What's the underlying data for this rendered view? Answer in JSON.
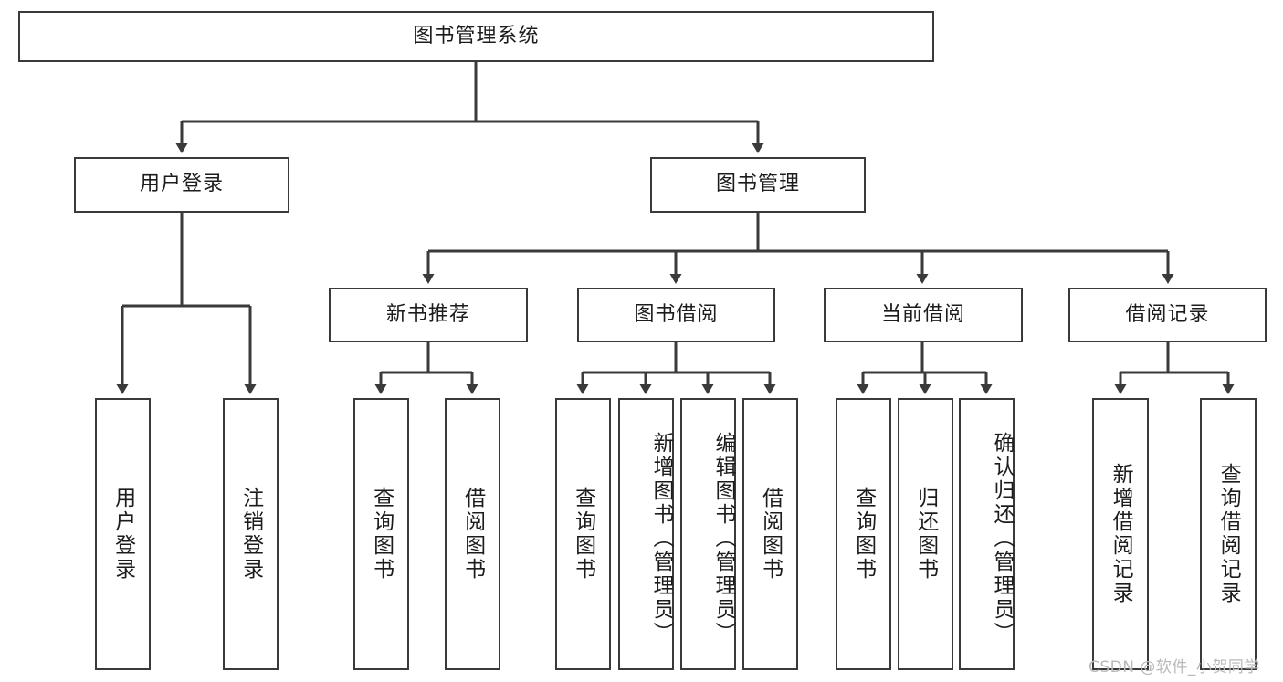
{
  "diagram": {
    "title": "图书管理系统",
    "type": "tree-hierarchy",
    "root": {
      "label": "图书管理系统"
    },
    "level2": [
      {
        "label": "用户登录"
      },
      {
        "label": "图书管理"
      }
    ],
    "level3": [
      {
        "label": "新书推荐"
      },
      {
        "label": "图书借阅"
      },
      {
        "label": "当前借阅"
      },
      {
        "label": "借阅记录"
      }
    ],
    "leaves": {
      "user_login": [
        {
          "label": "用户登录"
        },
        {
          "label": "注销登录"
        }
      ],
      "new_book_recommend": [
        {
          "label": "查询图书"
        },
        {
          "label": "借阅图书"
        }
      ],
      "book_borrow": [
        {
          "label": "查询图书"
        },
        {
          "label": "新增图书（管理员）"
        },
        {
          "label": "编辑图书（管理员）"
        },
        {
          "label": "借阅图书"
        }
      ],
      "current_borrow": [
        {
          "label": "查询图书"
        },
        {
          "label": "归还图书"
        },
        {
          "label": "确认归还（管理员）"
        }
      ],
      "borrow_record": [
        {
          "label": "新增借阅记录"
        },
        {
          "label": "查询借阅记录"
        }
      ]
    }
  },
  "watermark": {
    "text": "CSDN @软件_小贺同学"
  },
  "colors": {
    "box_border": "#3a3a3a",
    "box_fill": "#ffffff",
    "text": "#1c1c1c",
    "edge": "#3a3a3a",
    "watermark": "#b9b9b9",
    "background": "#ffffff"
  }
}
